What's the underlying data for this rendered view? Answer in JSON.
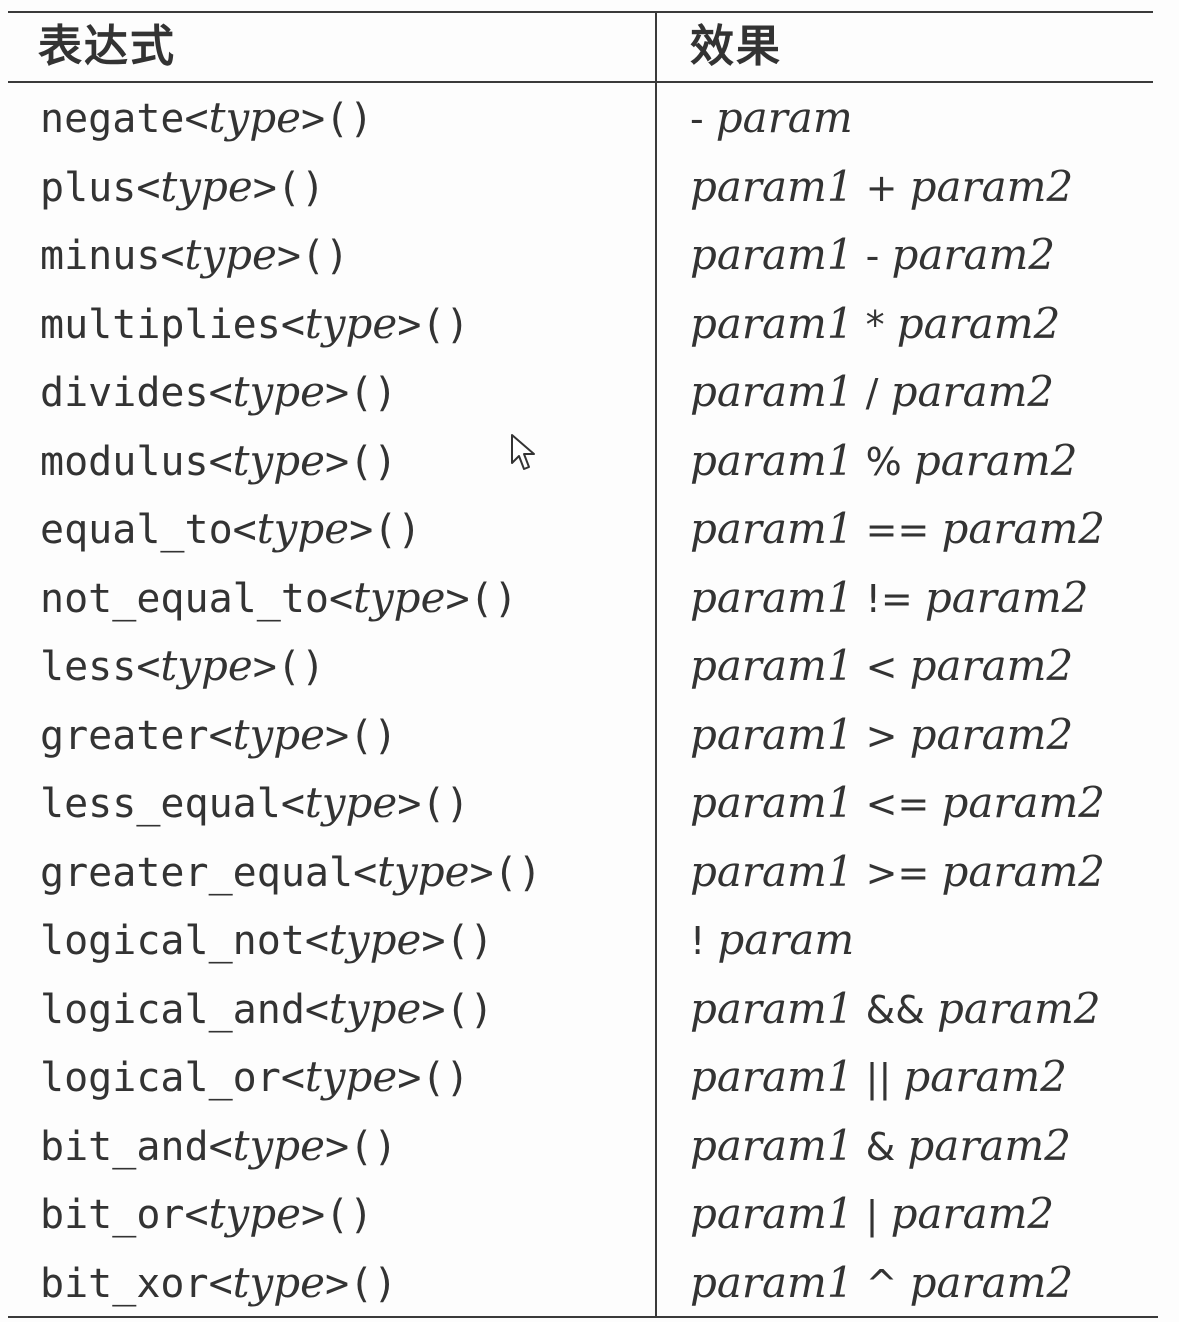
{
  "table": {
    "header": {
      "expression": "表达式",
      "effect": "效果"
    },
    "rows": [
      {
        "name": "negate",
        "type": "type",
        "suffix": ">()",
        "effect": {
          "left": "",
          "op": "- ",
          "right": "param"
        }
      },
      {
        "name": "plus",
        "type": "type",
        "suffix": ">()",
        "effect": {
          "left": "param1",
          "op": " + ",
          "right": "param2"
        }
      },
      {
        "name": "minus",
        "type": "type",
        "suffix": ">()",
        "effect": {
          "left": "param1",
          "op": " - ",
          "right": "param2"
        }
      },
      {
        "name": "multiplies",
        "type": "type",
        "suffix": ">()",
        "effect": {
          "left": "param1",
          "op": " * ",
          "right": "param2"
        }
      },
      {
        "name": "divides",
        "type": "type",
        "suffix": ">()",
        "effect": {
          "left": "param1",
          "op": " / ",
          "right": "param2"
        }
      },
      {
        "name": "modulus",
        "type": "type",
        "suffix": ">()",
        "effect": {
          "left": "param1",
          "op": " % ",
          "right": "param2"
        }
      },
      {
        "name": "equal_to",
        "type": "type",
        "suffix": ">()",
        "effect": {
          "left": "param1",
          "op": " == ",
          "right": "param2"
        }
      },
      {
        "name": "not_equal_to",
        "type": "type",
        "suffix": ">()",
        "effect": {
          "left": "param1",
          "op": " != ",
          "right": "param2"
        }
      },
      {
        "name": "less",
        "type": "type",
        "suffix": ">()",
        "effect": {
          "left": "param1",
          "op": " < ",
          "right": "param2"
        }
      },
      {
        "name": "greater",
        "type": "type",
        "suffix": ">()",
        "effect": {
          "left": "param1",
          "op": " > ",
          "right": "param2"
        }
      },
      {
        "name": "less_equal",
        "type": "type",
        "suffix": ">()",
        "effect": {
          "left": "param1",
          "op": " <= ",
          "right": "param2"
        }
      },
      {
        "name": "greater_equal",
        "type": "type",
        "suffix": ">()",
        "effect": {
          "left": "param1",
          "op": " >= ",
          "right": "param2"
        }
      },
      {
        "name": "logical_not",
        "type": "type",
        "suffix": ">()",
        "effect": {
          "left": "",
          "op": "! ",
          "right": "param"
        }
      },
      {
        "name": "logical_and",
        "type": "type",
        "suffix": ">()",
        "effect": {
          "left": "param1",
          "op": " && ",
          "right": "param2"
        }
      },
      {
        "name": "logical_or",
        "type": "type",
        "suffix": ">()",
        "effect": {
          "left": "param1",
          "op": " || ",
          "right": "param2"
        }
      },
      {
        "name": "bit_and",
        "type": "type",
        "suffix": ">()",
        "effect": {
          "left": "param1",
          "op": " & ",
          "right": "param2"
        }
      },
      {
        "name": "bit_or",
        "type": "type",
        "suffix": ">()",
        "effect": {
          "left": "param1",
          "op": " | ",
          "right": "param2"
        }
      },
      {
        "name": "bit_xor",
        "type": "type",
        "suffix": ">()",
        "effect": {
          "left": "param1",
          "op": " ^ ",
          "right": "param2"
        }
      }
    ]
  },
  "icons": {
    "cursor": "mouse-pointer-icon"
  }
}
